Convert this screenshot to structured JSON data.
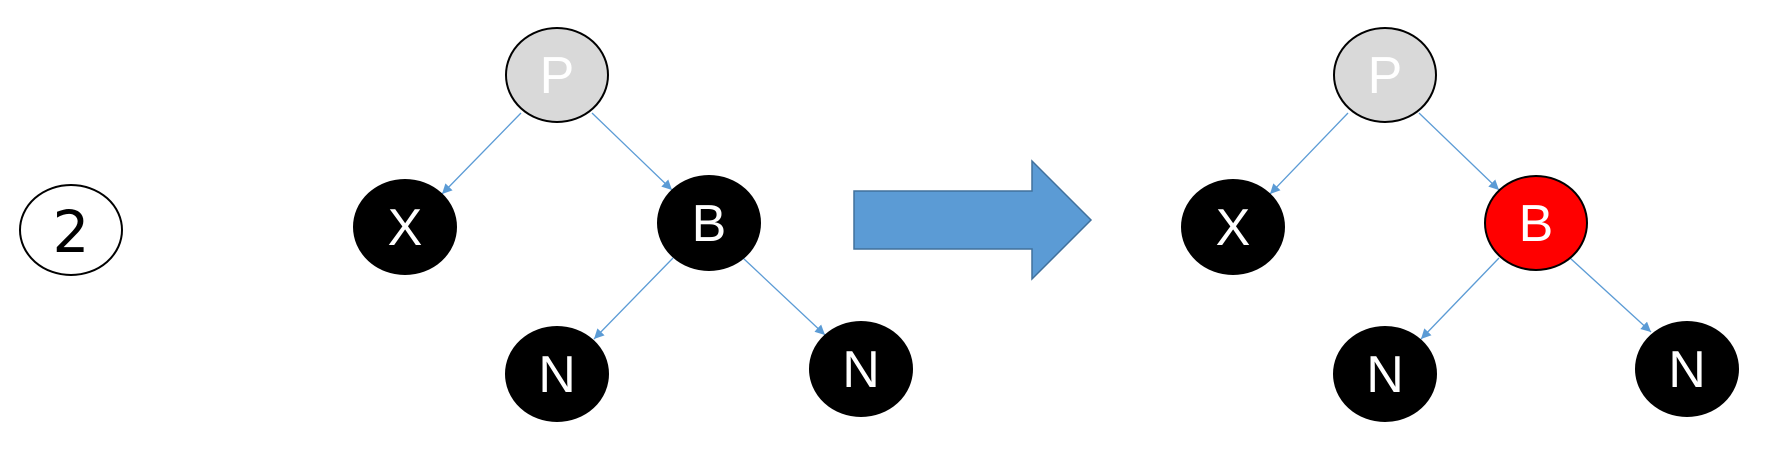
{
  "step": {
    "label": "2"
  },
  "colors": {
    "black_node": "#000000",
    "gray_node": "#d9d9d9",
    "red_node": "#ff0000",
    "edge": "#5b9bd5",
    "arrow_fill": "#5b9bd5",
    "arrow_stroke": "#41719c",
    "label_on_dark": "#ffffff"
  },
  "before": {
    "parent": {
      "label": "P",
      "color": "gray"
    },
    "x_node": {
      "label": "X",
      "color": "black"
    },
    "sibling": {
      "label": "B",
      "color": "black"
    },
    "nephew_left": {
      "label": "N",
      "color": "black"
    },
    "nephew_right": {
      "label": "N",
      "color": "black"
    }
  },
  "after": {
    "parent": {
      "label": "P",
      "color": "gray"
    },
    "x_node": {
      "label": "X",
      "color": "black"
    },
    "sibling": {
      "label": "B",
      "color": "red"
    },
    "nephew_left": {
      "label": "N",
      "color": "black"
    },
    "nephew_right": {
      "label": "N",
      "color": "black"
    }
  }
}
